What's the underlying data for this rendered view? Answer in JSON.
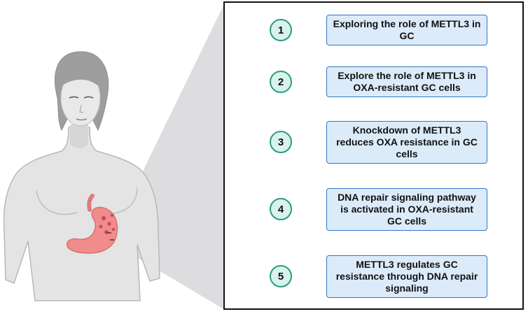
{
  "steps": [
    {
      "number": "1",
      "text": "Exploring the role of METTL3 in GC"
    },
    {
      "number": "2",
      "text": "Explore the role of METTL3 in OXA-resistant GC cells"
    },
    {
      "number": "3",
      "text": "Knockdown of METTL3 reduces OXA resistance in GC cells"
    },
    {
      "number": "4",
      "text": "DNA repair signaling pathway is activated in OXA-resistant GC cells"
    },
    {
      "number": "5",
      "text": "METTL3 regulates GC resistance through DNA repair signaling"
    }
  ],
  "colors": {
    "number_fill": "#d8f3ec",
    "number_border": "#2e9a7e",
    "box_fill": "#dcebfa",
    "box_border": "#2f78c4",
    "stomach": "#f08c8c",
    "zoom_wedge": "#d7d7d9"
  },
  "icons": [
    "female-body-illustration",
    "stomach-tumor-icon"
  ]
}
